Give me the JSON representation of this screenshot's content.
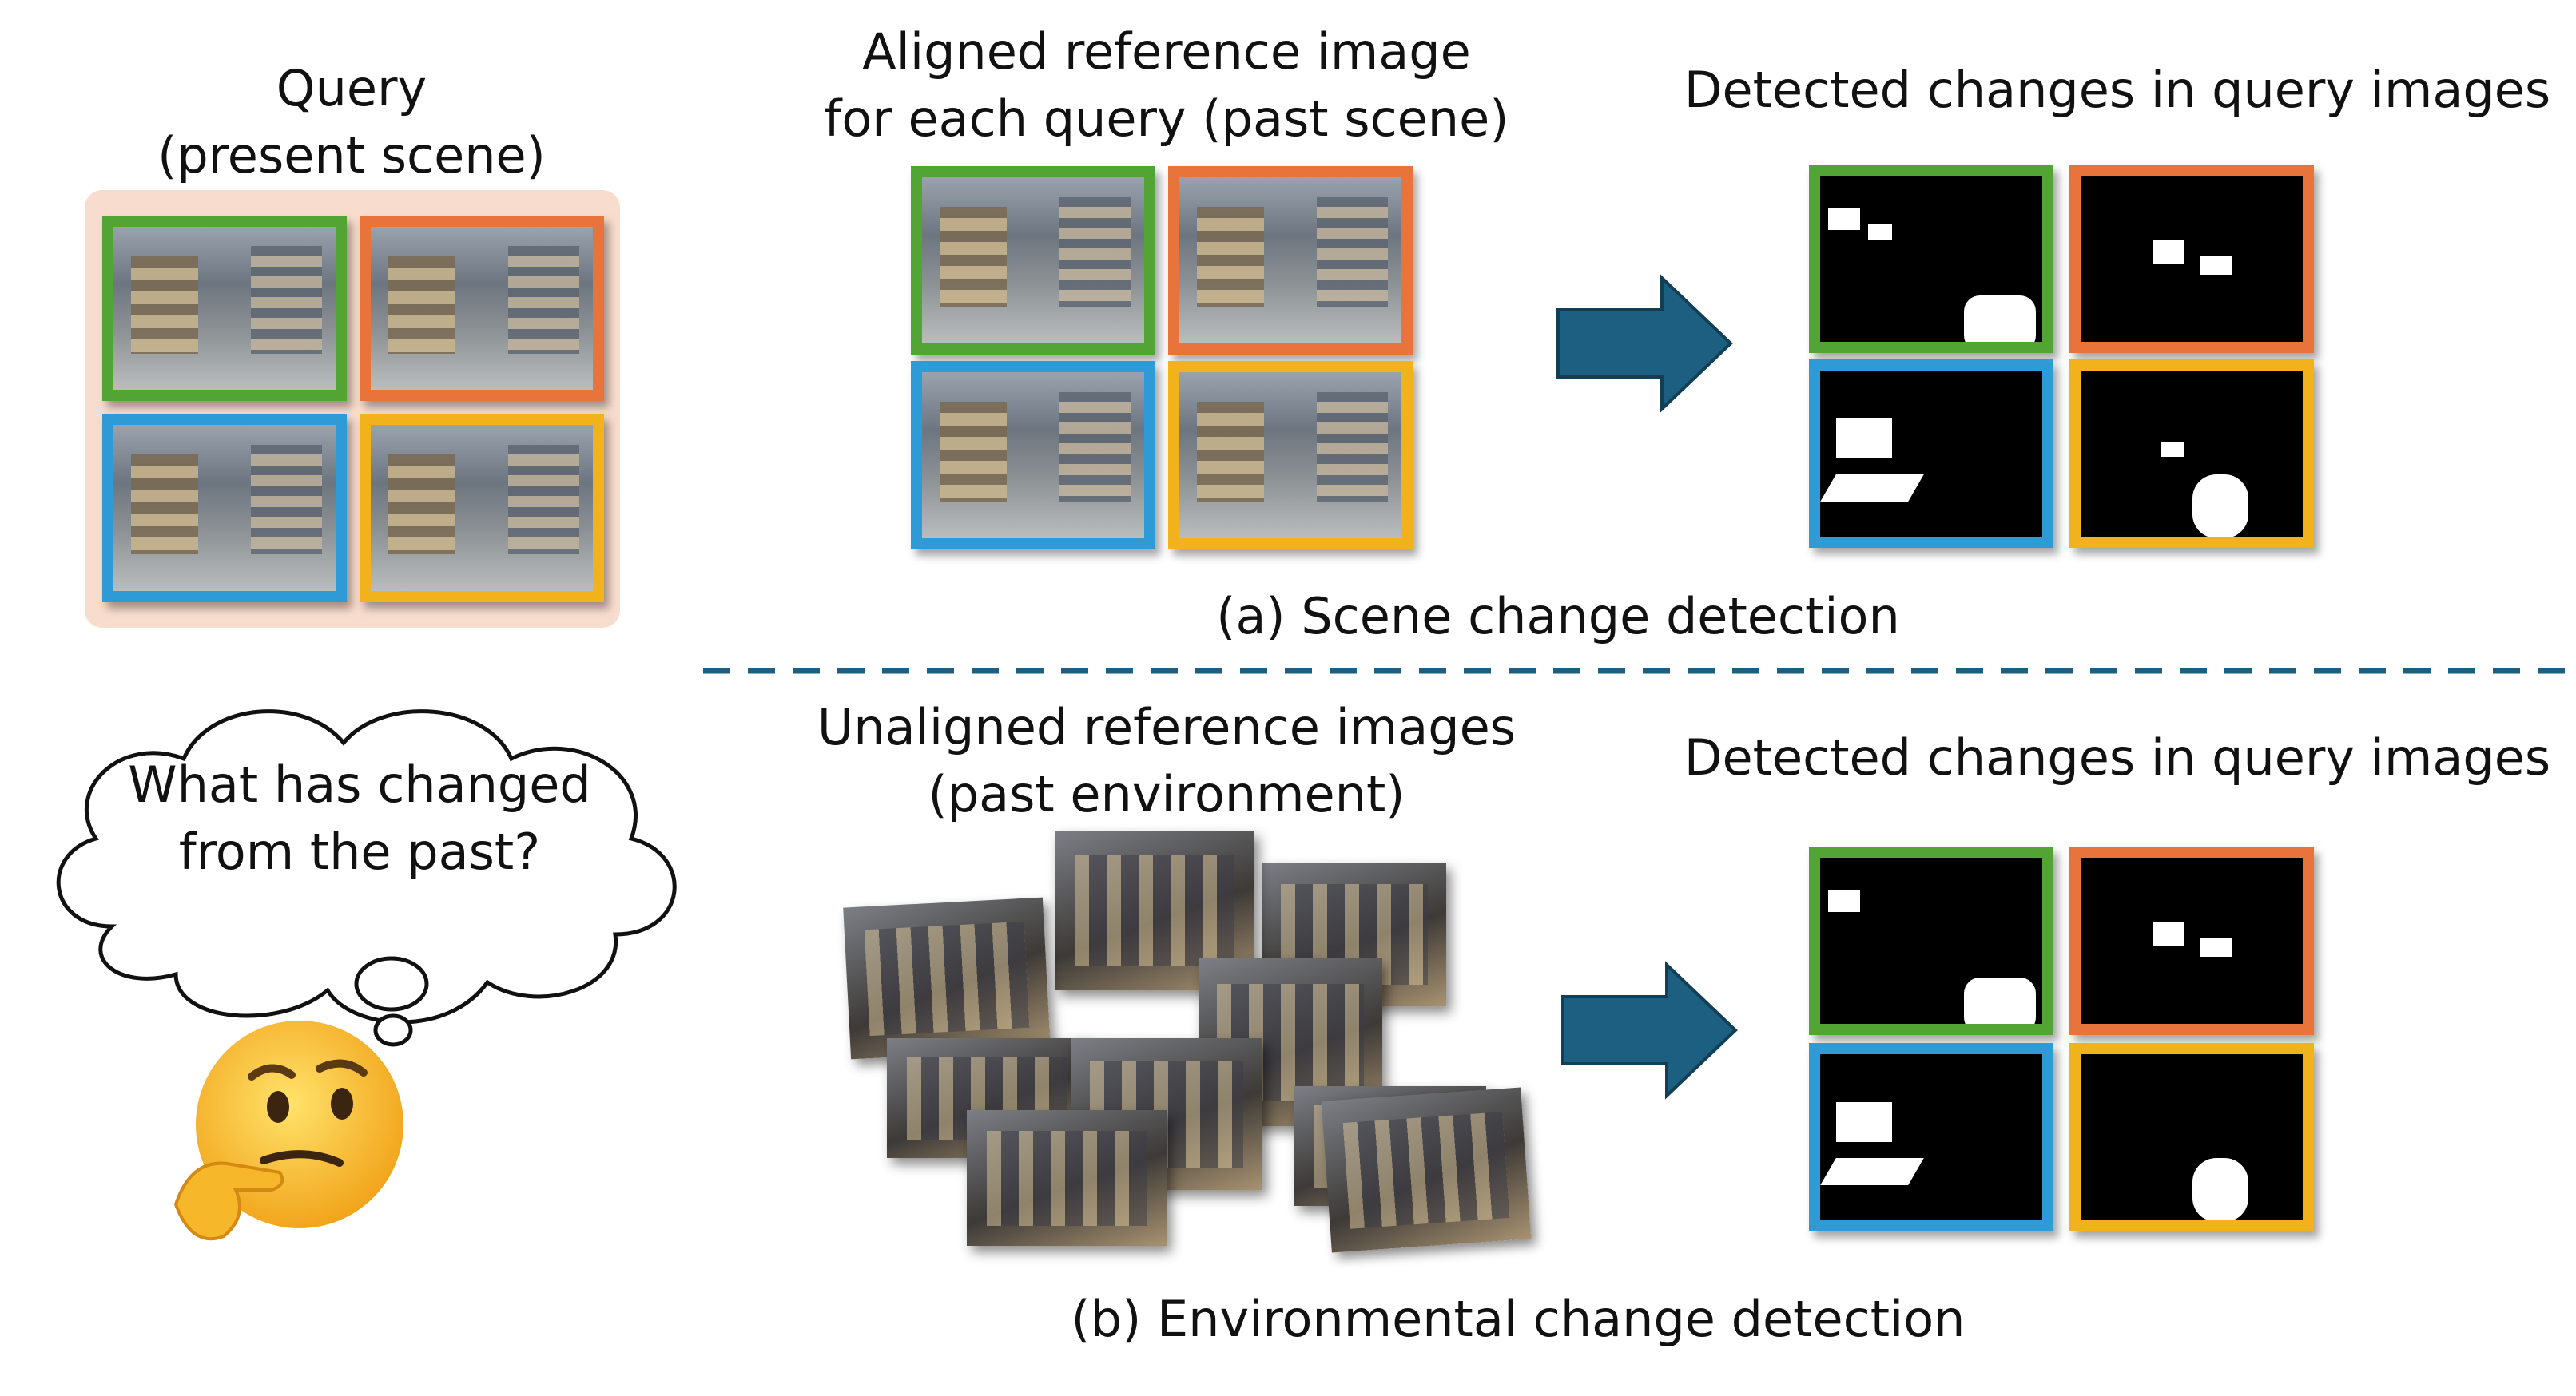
{
  "query": {
    "title": "Query",
    "subtitle": "(present scene)"
  },
  "aligned_ref": {
    "line1": "Aligned reference image",
    "line2": "for each query (past scene)"
  },
  "detected_a": {
    "title": "Detected changes in query images"
  },
  "caption_a": "(a) Scene change detection",
  "unaligned_ref": {
    "line1": "Unaligned reference images",
    "line2": "(past environment)"
  },
  "detected_b": {
    "title": "Detected changes in query images"
  },
  "caption_b": "(b) Environmental change detection",
  "thought": {
    "line1": "What has changed",
    "line2": "from the past?"
  },
  "colors": {
    "green": "#52a535",
    "orange": "#e8743b",
    "blue": "#2e9bd6",
    "yellow": "#f2b21b",
    "arrow": "#1d5f80",
    "dash": "#1d5f80",
    "query_bg": "#f8dccd"
  },
  "icons": {
    "arrow": "right-arrow-icon",
    "thinking": "thinking-face-icon",
    "cloud": "thought-cloud-icon"
  }
}
